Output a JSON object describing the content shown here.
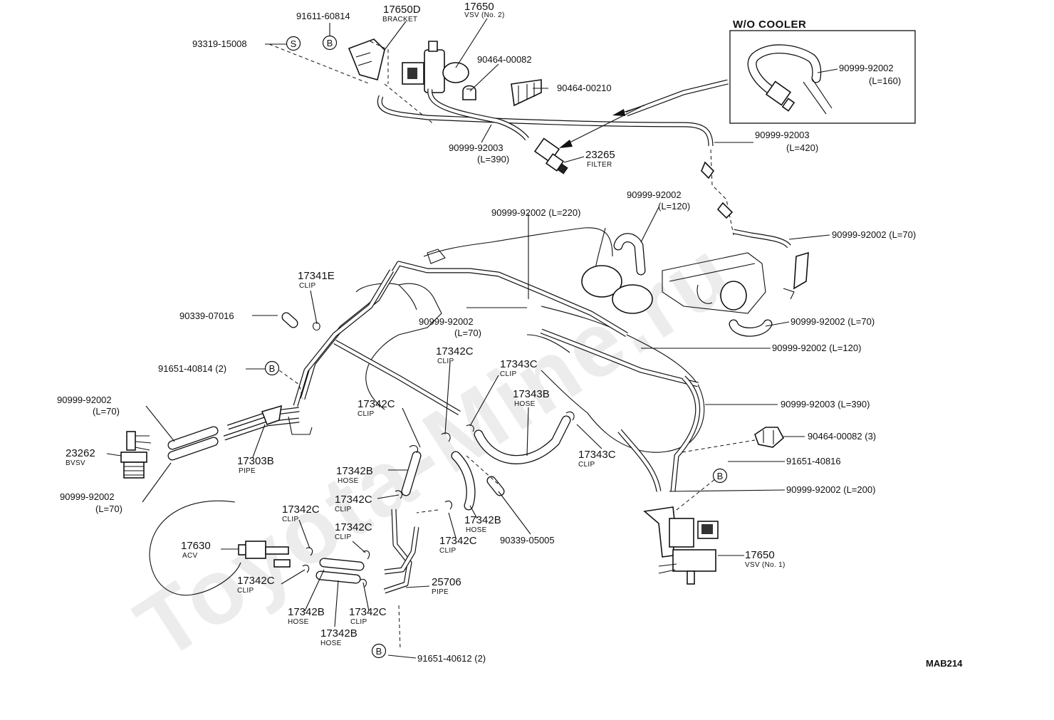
{
  "header": {
    "label": "W/O COOLER"
  },
  "diagram_code": "MAB214",
  "watermark": "Toyota-Mine.ru",
  "circle_marks": {
    "s": "S",
    "b": "B"
  },
  "callouts": [
    {
      "id": "c93319",
      "text": "93319-15008"
    },
    {
      "id": "c91611",
      "text": "91611-60814"
    },
    {
      "id": "c17650d",
      "text": "17650D",
      "sub": "BRACKET"
    },
    {
      "id": "c17650top",
      "text": "17650",
      "sub": "VSV (No. 2)"
    },
    {
      "id": "c90464a",
      "text": "90464-00082"
    },
    {
      "id": "c90464b",
      "text": "90464-00210"
    },
    {
      "id": "c90999wo",
      "text": "90999-92002",
      "sub": "(L=160)"
    },
    {
      "id": "c90999l420",
      "text": "90999-92003",
      "sub": "(L=420)"
    },
    {
      "id": "c90999l390a",
      "text": "90999-92003",
      "sub": "(L=390)"
    },
    {
      "id": "c23265",
      "text": "23265",
      "sub": "FILTER"
    },
    {
      "id": "c90999l120a",
      "text": "90999-92002",
      "sub": "(L=120)"
    },
    {
      "id": "c90999l220",
      "text": "90999-92002 (L=220)"
    },
    {
      "id": "c90999l70a",
      "text": "90999-92002 (L=70)"
    },
    {
      "id": "c17341e",
      "text": "17341E",
      "sub": "CLIP"
    },
    {
      "id": "c90339a",
      "text": "90339-07016"
    },
    {
      "id": "c90999l70b",
      "text": "90999-92002",
      "sub": "(L=70)"
    },
    {
      "id": "c90999l70c",
      "text": "90999-92002 (L=70)"
    },
    {
      "id": "c90999l120b",
      "text": "90999-92002 (L=120)"
    },
    {
      "id": "c91651a",
      "text": "91651-40814 (2)"
    },
    {
      "id": "c17342c1",
      "text": "17342C",
      "sub": "CLIP"
    },
    {
      "id": "c17343c1",
      "text": "17343C",
      "sub": "CLIP"
    },
    {
      "id": "c17343b",
      "text": "17343B",
      "sub": "HOSE"
    },
    {
      "id": "c90999l390b",
      "text": "90999-92003 (L=390)"
    },
    {
      "id": "c90999l70d",
      "text": "90999-92002",
      "sub": "(L=70)"
    },
    {
      "id": "c17342c2",
      "text": "17342C",
      "sub": "CLIP"
    },
    {
      "id": "c90464c",
      "text": "90464-00082 (3)"
    },
    {
      "id": "c23262",
      "text": "23262",
      "sub": "BVSV"
    },
    {
      "id": "c17303b",
      "text": "17303B",
      "sub": "PIPE"
    },
    {
      "id": "c17343c2",
      "text": "17343C",
      "sub": "CLIP"
    },
    {
      "id": "c91651b",
      "text": "91651-40816"
    },
    {
      "id": "c17342b1",
      "text": "17342B",
      "sub": "HOSE"
    },
    {
      "id": "c90999l200",
      "text": "90999-92002 (L=200)"
    },
    {
      "id": "c90999l70e",
      "text": "90999-92002",
      "sub": "(L=70)"
    },
    {
      "id": "c17342c3",
      "text": "17342C",
      "sub": "CLIP"
    },
    {
      "id": "c17342b2",
      "text": "17342B",
      "sub": "HOSE"
    },
    {
      "id": "c90339b",
      "text": "90339-05005"
    },
    {
      "id": "c17342c4",
      "text": "17342C",
      "sub": "CLIP"
    },
    {
      "id": "c17342c5",
      "text": "17342C",
      "sub": "CLIP"
    },
    {
      "id": "c17342c6",
      "text": "17342C",
      "sub": "CLIP"
    },
    {
      "id": "c17630",
      "text": "17630",
      "sub": "ACV"
    },
    {
      "id": "c17650bot",
      "text": "17650",
      "sub": "VSV (No. 1)"
    },
    {
      "id": "c17342c7",
      "text": "17342C",
      "sub": "CLIP"
    },
    {
      "id": "c25706",
      "text": "25706",
      "sub": "PIPE"
    },
    {
      "id": "c17342b3",
      "text": "17342B",
      "sub": "HOSE"
    },
    {
      "id": "c17342c8",
      "text": "17342C",
      "sub": "CLIP"
    },
    {
      "id": "c17342b4",
      "text": "17342B",
      "sub": "HOSE"
    },
    {
      "id": "c91651c",
      "text": "91651-40612 (2)"
    }
  ]
}
